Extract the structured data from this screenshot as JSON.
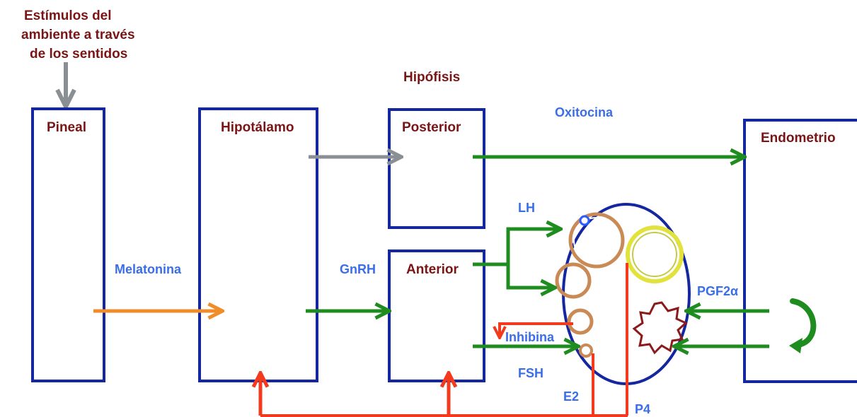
{
  "source_stimulus": {
    "lines": [
      "Estímulos del",
      "ambiente a través",
      "de los sentidos"
    ]
  },
  "organs": {
    "pineal": "Pineal",
    "hypothalamus": "Hipotálamo",
    "hypophysis": "Hipófisis",
    "posterior": "Posterior",
    "anterior": "Anterior",
    "endometrium": "Endometrio"
  },
  "hormones": {
    "melatonin": "Melatonina",
    "gnrh": "GnRH",
    "oxytocin": "Oxitocina",
    "lh": "LH",
    "fsh": "FSH",
    "inhibin": "Inhibina",
    "estradiol": "E2",
    "progesterone": "P4",
    "pgf2a": "PGF2α"
  },
  "colors": {
    "organ_label": "#7a1515",
    "hormone_label": "#3a6ee8",
    "box_border": "#1426a0",
    "arrow_green": "#1e8c1e",
    "arrow_orange": "#f08c2a",
    "arrow_gray": "#8a8f93",
    "arrow_red": "#f23a1e",
    "follicle": "#c98a55",
    "corpus_luteum": "#e2e23c",
    "regressing_cl": "#8b1a1a"
  }
}
